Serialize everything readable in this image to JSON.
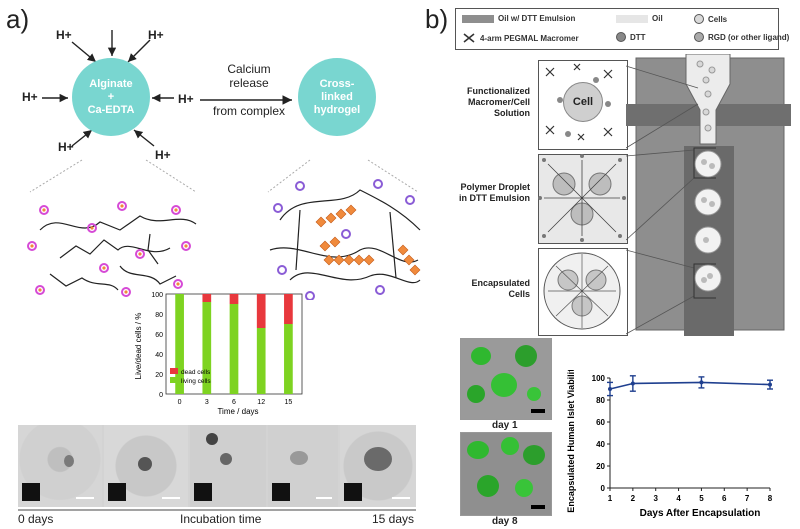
{
  "panel_a": {
    "label": "a)",
    "circle_left": {
      "line1": "Alginate",
      "line2": "+",
      "line3": "Ca-EDTA"
    },
    "circle_right": {
      "line1": "Cross-",
      "line2": "linked",
      "line3": "hydrogel"
    },
    "h_labels": [
      "H+",
      "H+",
      "H+",
      "H+",
      "H+",
      "H+"
    ],
    "arrow_text": {
      "line1": "Calcium",
      "line2": "release",
      "line3": "from complex"
    },
    "timeline": {
      "start": "0 days",
      "middle": "Incubation time",
      "end": "15 days"
    }
  },
  "panel_b": {
    "label": "b)",
    "legend": [
      {
        "label": "Oil w/ DTT Emulsion",
        "kind": "bar",
        "color": "#8e8e8e"
      },
      {
        "label": "Oil",
        "kind": "bar",
        "color": "#e6e6e6"
      },
      {
        "label": "Cells",
        "kind": "dot",
        "color": "#d9d9d9"
      },
      {
        "label": "4-arm PEGMAL Macromer",
        "kind": "cross",
        "color": "#333333"
      },
      {
        "label": "DTT",
        "kind": "dot",
        "color": "#888888"
      },
      {
        "label": "RGD (or other ligand)",
        "kind": "dot",
        "color": "#aaaaaa"
      }
    ],
    "stage_labels": [
      {
        "line1": "Functionalized",
        "line2": "Macromer/Cell",
        "line3": "Solution"
      },
      {
        "line1": "Polymer Droplet",
        "line2": "in DTT Emulsion",
        "line3": ""
      },
      {
        "line1": "Encapsulated",
        "line2": "Cells",
        "line3": ""
      }
    ],
    "cell_text": "Cell",
    "micro_labels": [
      "day 1",
      "day 8"
    ]
  },
  "chart_data": [
    {
      "type": "bar",
      "stacked": true,
      "categories": [
        "0",
        "3",
        "6",
        "12",
        "15"
      ],
      "series": [
        {
          "name": "living cells",
          "values": [
            100,
            92,
            90,
            66,
            70
          ],
          "color": "#7ed321"
        },
        {
          "name": "dead cells",
          "values": [
            0,
            8,
            10,
            34,
            30
          ],
          "color": "#e8383d"
        }
      ],
      "xlabel": "Time / days",
      "ylabel": "Live/dead cells / %",
      "ylim": [
        0,
        100
      ],
      "yticks": [
        "0",
        "20",
        "40",
        "60",
        "80",
        "100"
      ],
      "legend": "bottom-left"
    },
    {
      "type": "line",
      "x": [
        1,
        2,
        5,
        8
      ],
      "y": [
        90,
        95,
        96,
        94
      ],
      "err": [
        6,
        7,
        5,
        4
      ],
      "xlabel": "Days After Encapsulation",
      "ylabel": "Encapsulated Human Islet Viability (%)",
      "xlim": [
        1,
        8
      ],
      "ylim": [
        0,
        100
      ],
      "xticks": [
        "1",
        "2",
        "3",
        "4",
        "5",
        "6",
        "7",
        "8"
      ],
      "yticks": [
        "0",
        "20",
        "40",
        "60",
        "80",
        "100"
      ],
      "color": "#1f3f8f"
    }
  ]
}
